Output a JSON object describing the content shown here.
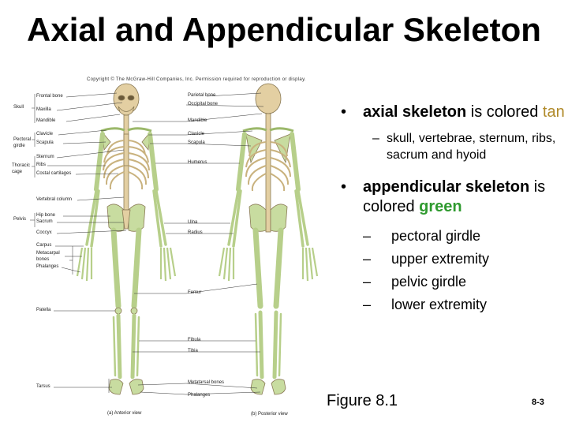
{
  "title": "Axial and Appendicular Skeleton",
  "copyright": "Copyright © The McGraw-Hill Companies, Inc. Permission required for reproduction or display.",
  "left_labels": {
    "frontal_bone": "Frontal bone",
    "maxilla": "Maxilla",
    "mandible": "Mandible",
    "clavicle": "Clavicle",
    "scapula": "Scapula",
    "sternum": "Sternum",
    "ribs": "Ribs",
    "costal_cartilages": "Costal cartilages",
    "vertebral_column": "Vertebral column",
    "hip_bone": "Hip bone",
    "sacrum": "Sacrum",
    "coccyx": "Coccyx",
    "carpus": "Carpus",
    "metacarpal_bones": "Metacarpal bones",
    "phalanges": "Phalanges",
    "patella": "Patella",
    "tarsus": "Tarsus"
  },
  "group_labels": {
    "skull": "Skull",
    "pectoral_girdle": "Pectoral girdle",
    "thoracic_cage": "Thoracic cage",
    "pelvis": "Pelvis"
  },
  "right_labels": {
    "parietal_bone": "Parietal bone",
    "occipital_bone": "Occipital bone",
    "mandible": "Mandible",
    "clavicle": "Clavicle",
    "scapula": "Scapula",
    "humerus": "Humerus",
    "ulna": "Ulna",
    "radius": "Radius",
    "femur": "Femur",
    "fibula": "Fibula",
    "tibia": "Tibia",
    "metatarsal_bones": "Metatarsal bones",
    "phalanges": "Phalanges"
  },
  "captions": {
    "anterior": "(a) Anterior view",
    "posterior": "(b) Posterior view"
  },
  "bullets": [
    {
      "pre": "",
      "bold": "axial skeleton",
      "mid": " is colored ",
      "colored": "tan",
      "sub": [
        "skull, vertebrae, sternum, ribs, sacrum and hyoid"
      ]
    },
    {
      "pre": "",
      "bold": "appendicular skeleton",
      "mid": " is colored ",
      "colored": "green",
      "sub": [
        "pectoral girdle",
        "upper extremity",
        "pelvic girdle",
        "lower extremity"
      ]
    }
  ],
  "bullet_symbol": "•",
  "dash_symbol": "–",
  "figure": "Figure 8.1",
  "page_number": "8-3",
  "colors": {
    "axial": "#e3cfa2",
    "appendicular": "#c8dca0",
    "outline": "#8a7a55",
    "tan_text": "#b08a2a",
    "green_text": "#2f9a2f"
  }
}
